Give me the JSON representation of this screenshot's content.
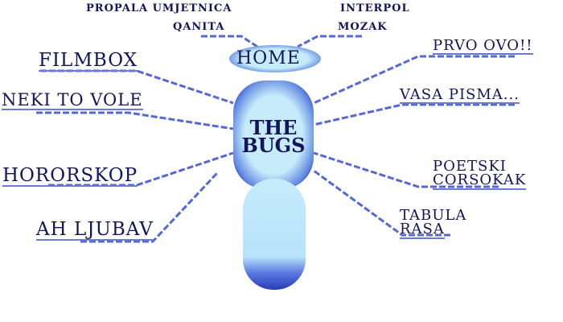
{
  "nav": {
    "propala": "PROPALA UMJETNICA",
    "qanita": "QANITA",
    "interpol": "INTERPOL",
    "mozak": "MOZAK",
    "home": "HOME",
    "filmbox": "FILMBOX",
    "neki": "NEKI TO VOLE",
    "hororskop": "HORORSKOP",
    "ljubav": "AH LJUBAV",
    "prvo": "PRVO OVO!!",
    "vasa": "VASA PISMA...",
    "poetski1": "POETSKI",
    "poetski2": "CORSOKAK",
    "tabula1": "TABULA",
    "tabula2": "RASA"
  },
  "title": {
    "line1": "THE",
    "line2": "BUGS"
  },
  "colors": {
    "text": "#14145a",
    "line": "#4a5fd0",
    "body": "#bfe6fb"
  }
}
